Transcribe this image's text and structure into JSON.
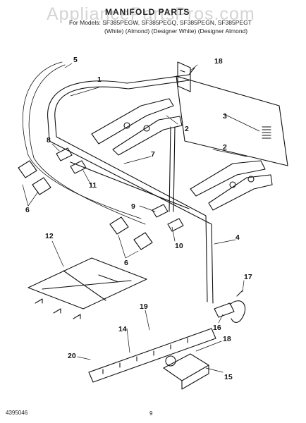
{
  "watermark": "AppliancePartsPros.com",
  "header": {
    "title": "MANIFOLD PARTS",
    "models": "For Models: SF385PEGW, SF385PEGQ, SF385PEGN, SF385PEGT",
    "colors": "(White)      (Almond)    (Designer White) (Designer Almond)"
  },
  "footer": {
    "doc_number": "4395046",
    "page_number": "9"
  },
  "callouts": [
    "1",
    "2",
    "2",
    "3",
    "4",
    "5",
    "6",
    "6",
    "7",
    "8",
    "9",
    "10",
    "11",
    "12",
    "14",
    "15",
    "16",
    "17",
    "18",
    "18",
    "19",
    "20"
  ]
}
